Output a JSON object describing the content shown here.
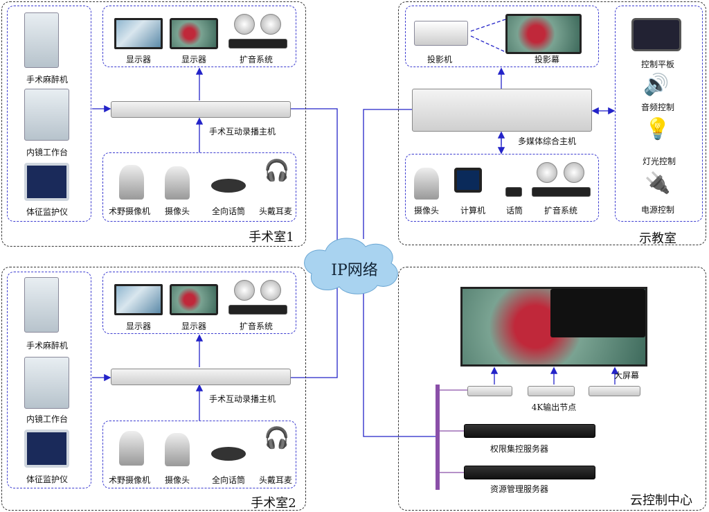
{
  "or1": {
    "title": "手术室1",
    "left": [
      "手术麻醉机",
      "内镜工作台",
      "体征监护仪"
    ],
    "top": [
      "显示器",
      "显示器",
      "扩音系统"
    ],
    "host": "手术互动录播主机",
    "bottom": [
      "术野摄像机",
      "摄像头",
      "全向话筒",
      "头戴耳麦"
    ]
  },
  "or2": {
    "title": "手术室2",
    "left": [
      "手术麻醉机",
      "内镜工作台",
      "体征监护仪"
    ],
    "top": [
      "显示器",
      "显示器",
      "扩音系统"
    ],
    "host": "手术互动录播主机",
    "bottom": [
      "术野摄像机",
      "摄像头",
      "全向话筒",
      "头戴耳麦"
    ]
  },
  "network": {
    "label": "IP网络"
  },
  "teaching": {
    "title": "示教室",
    "top": [
      "投影机",
      "投影幕"
    ],
    "host": "多媒体综合主机",
    "bottom": [
      "摄像头",
      "计算机",
      "话筒",
      "扩音系统"
    ],
    "controls": [
      "控制平板",
      "音频控制",
      "灯光控制",
      "电源控制"
    ]
  },
  "cloud": {
    "title": "云控制中心",
    "screen": "大屏幕",
    "nodes": "4K输出节点",
    "server1": "权限集控服务器",
    "server2": "资源管理服务器"
  },
  "colors": {
    "link": "#2323c8",
    "bus": "#8a4fa8",
    "cloud": "#a9d3f0"
  }
}
